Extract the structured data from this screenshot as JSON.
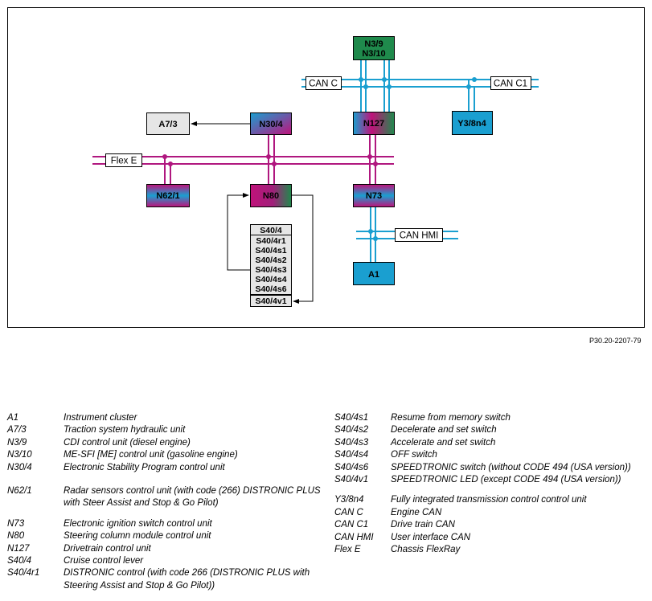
{
  "diagram": {
    "units": {
      "n39": {
        "line1": "N3/9",
        "line2": "N3/10"
      },
      "a73": "A7/3",
      "n304": "N30/4",
      "n127": "N127",
      "y38n4": "Y3/8n4",
      "n621": "N62/1",
      "n80": "N80",
      "n73": "N73",
      "a1": "A1",
      "s404_stack": [
        "S40/4",
        "S40/4r1",
        "S40/4s1",
        "S40/4s2",
        "S40/4s3",
        "S40/4s4",
        "S40/4s6",
        "S40/4v1"
      ]
    },
    "buses": {
      "can_c": "CAN C",
      "can_c1": "CAN C1",
      "flex_e": "Flex E",
      "can_hmi": "CAN HMI"
    },
    "colors": {
      "can": "#1a9fd0",
      "flexray": "#b0177f",
      "blue": "#1a9fd0",
      "magenta": "#c0127a",
      "green": "#1f8a4c",
      "grey": "#e6e6e6"
    }
  },
  "reference_code": "P30.20-2207-79",
  "legend": {
    "left": [
      {
        "code": "A1",
        "desc": "Instrument cluster"
      },
      {
        "code": "A7/3",
        "desc": "Traction system hydraulic unit"
      },
      {
        "code": "N3/9",
        "desc": "CDI control unit (diesel engine)"
      },
      {
        "code": "N3/10",
        "desc": "ME-SFI [ME] control unit (gasoline engine)"
      },
      {
        "code": "N30/4",
        "desc": "Electronic Stability Program control unit"
      },
      {
        "code": "N62/1",
        "desc": "Radar sensors control unit (with code (266) DISTRONIC PLUS with Steer Assist and Stop & Go Pilot)"
      },
      {
        "code": "N73",
        "desc": "Electronic ignition switch control unit"
      },
      {
        "code": "N80",
        "desc": "Steering column module control unit"
      },
      {
        "code": "N127",
        "desc": "Drivetrain control unit"
      },
      {
        "code": "S40/4",
        "desc": "Cruise control lever"
      },
      {
        "code": "S40/4r1",
        "desc": "DISTRONIC control (with code 266 (DISTRONIC PLUS with Steering Assist and Stop & Go Pilot))"
      }
    ],
    "right": [
      {
        "code": "S40/4s1",
        "desc": "Resume from memory switch"
      },
      {
        "code": "S40/4s2",
        "desc": "Decelerate and set switch"
      },
      {
        "code": "S40/4s3",
        "desc": "Accelerate and set switch"
      },
      {
        "code": "S40/4s4",
        "desc": "OFF switch"
      },
      {
        "code": "S40/4s6",
        "desc": "SPEEDTRONIC switch (without CODE 494 (USA version))"
      },
      {
        "code": "S40/4v1",
        "desc": "SPEEDTRONIC LED (except CODE 494 (USA version))"
      },
      {
        "code": "Y3/8n4",
        "desc": "Fully integrated transmission control control unit"
      },
      {
        "code": "CAN C",
        "desc": "Engine CAN"
      },
      {
        "code": "CAN C1",
        "desc": "Drive train CAN"
      },
      {
        "code": "CAN HMI",
        "desc": "User interface CAN"
      },
      {
        "code": "Flex E",
        "desc": "Chassis FlexRay"
      }
    ]
  }
}
